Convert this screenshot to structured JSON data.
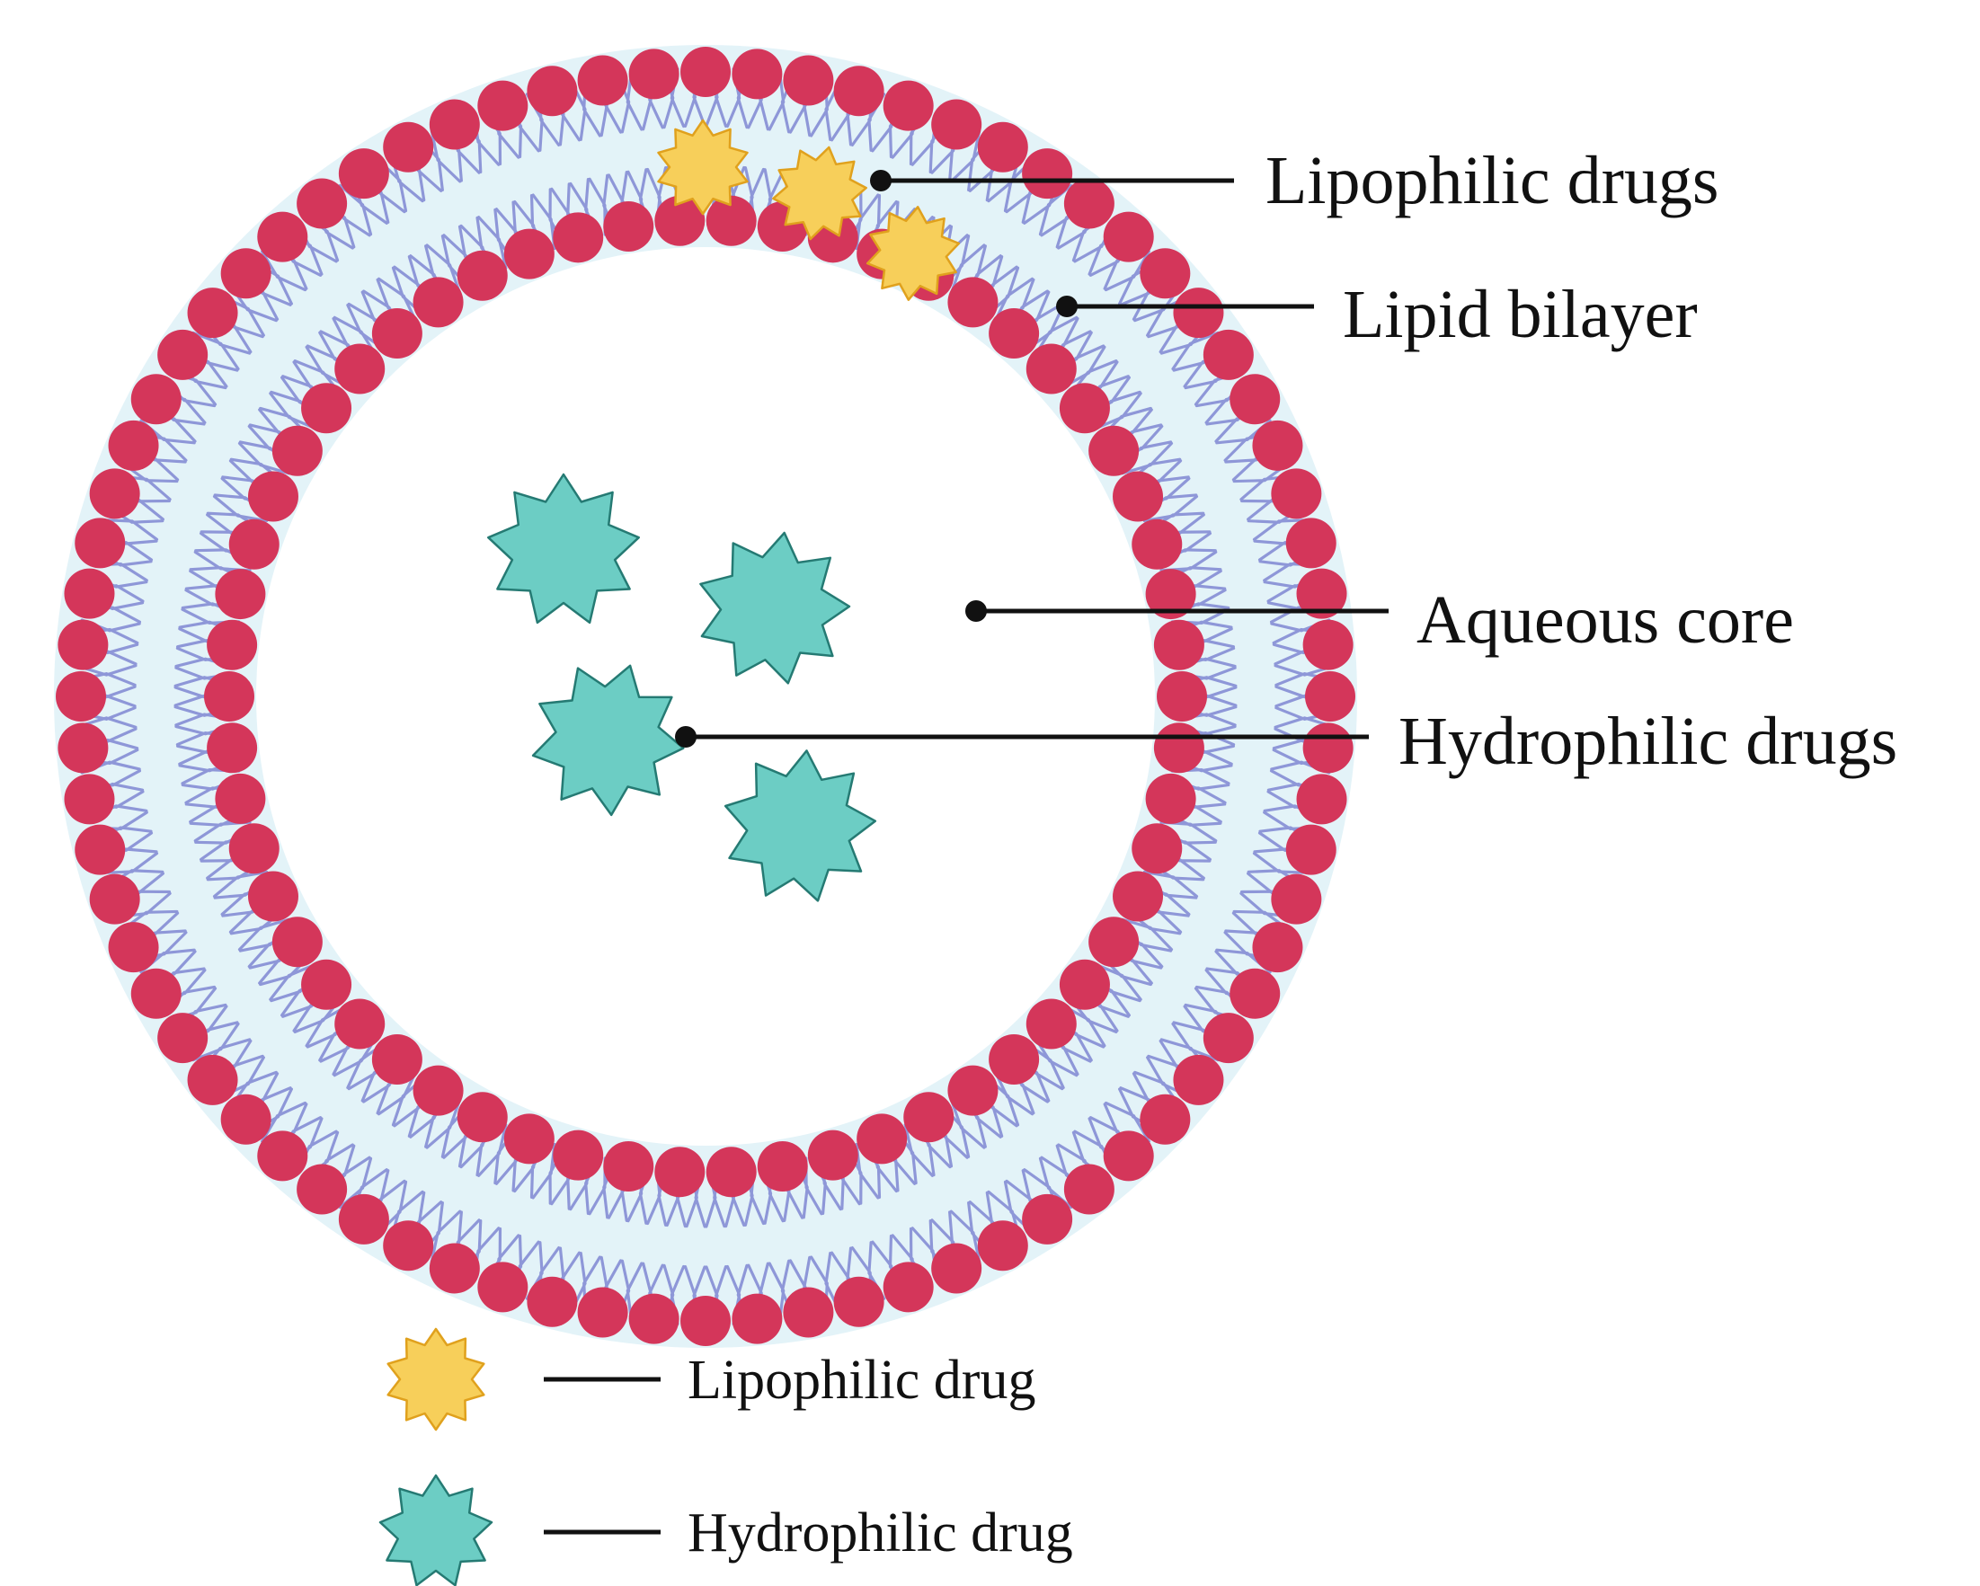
{
  "diagram": {
    "title": "",
    "labels": {
      "lipophilic_drugs": "Lipophilic drugs",
      "lipid_bilayer": "Lipid bilayer",
      "aqueous_core": "Aqueous core",
      "hydrophilic_drugs": "Hydrophilic drugs"
    },
    "legend": [
      {
        "icon": "yellow-star-icon",
        "label": "Lipophilic drug"
      },
      {
        "icon": "teal-star-icon",
        "label": "Hydrophilic drug"
      }
    ],
    "colors": {
      "lipid_head": "#d4365a",
      "lipid_tail": "#8e97d8",
      "bilayer_fill": "#e3f3f8",
      "lipophilic_drug": "#f7cf5a",
      "lipophilic_drug_outline": "#e0a11d",
      "hydrophilic_drug": "#6ccdc4",
      "hydrophilic_drug_outline": "#257a73",
      "callout_line": "#111111"
    }
  }
}
